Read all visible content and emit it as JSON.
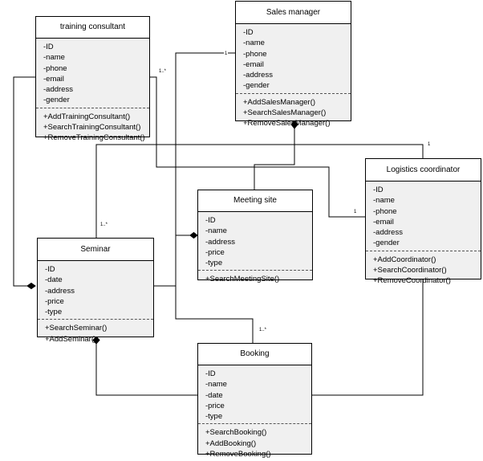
{
  "classes": {
    "training_consultant": {
      "title": "training consultant",
      "attributes": [
        "-ID",
        "-name",
        "-phone",
        "-email",
        "-address",
        "-gender"
      ],
      "operations": [
        "+AddTrainingConsultant()",
        "+SearchTrainingConsultant()",
        "+RemoveTrainingConsultant()"
      ]
    },
    "sales_manager": {
      "title": "Sales manager",
      "attributes": [
        "-ID",
        "-name",
        "-phone",
        "-email",
        "-address",
        "-gender"
      ],
      "operations": [
        "+AddSalesManager()",
        "+SearchSalesManager()",
        "+RemoveSalesManager()"
      ]
    },
    "logistics_coordinator": {
      "title": "Logistics coordinator",
      "attributes": [
        "-ID",
        "-name",
        "-phone",
        "-email",
        "-address",
        "-gender"
      ],
      "operations": [
        "+AddCoordinator()",
        "+SearchCoordinator()",
        "+RemoveCoordinator()"
      ]
    },
    "meeting_site": {
      "title": "Meeting site",
      "attributes": [
        "-ID",
        "-name",
        "-address",
        "-price",
        "-type"
      ],
      "operations": [
        "+SearchMeetingSite()"
      ]
    },
    "seminar": {
      "title": "Seminar",
      "attributes": [
        "-ID",
        "-date",
        "-address",
        "-price",
        "-type"
      ],
      "operations": [
        "+SearchSeminar()",
        "+AddSeminar()"
      ]
    },
    "booking": {
      "title": "Booking",
      "attributes": [
        "-ID",
        "-name",
        "-date",
        "-price",
        "-type"
      ],
      "operations": [
        "+SearchBooking()",
        "+AddBooking()",
        "+RemoveBooking()"
      ]
    }
  },
  "multiplicities": {
    "tc_seminar": "1..*",
    "sales_one": "1",
    "logistics_one_top": "1",
    "logistics_one_left": "1",
    "seminar_many": "1..*",
    "booking_many": "1..*"
  }
}
